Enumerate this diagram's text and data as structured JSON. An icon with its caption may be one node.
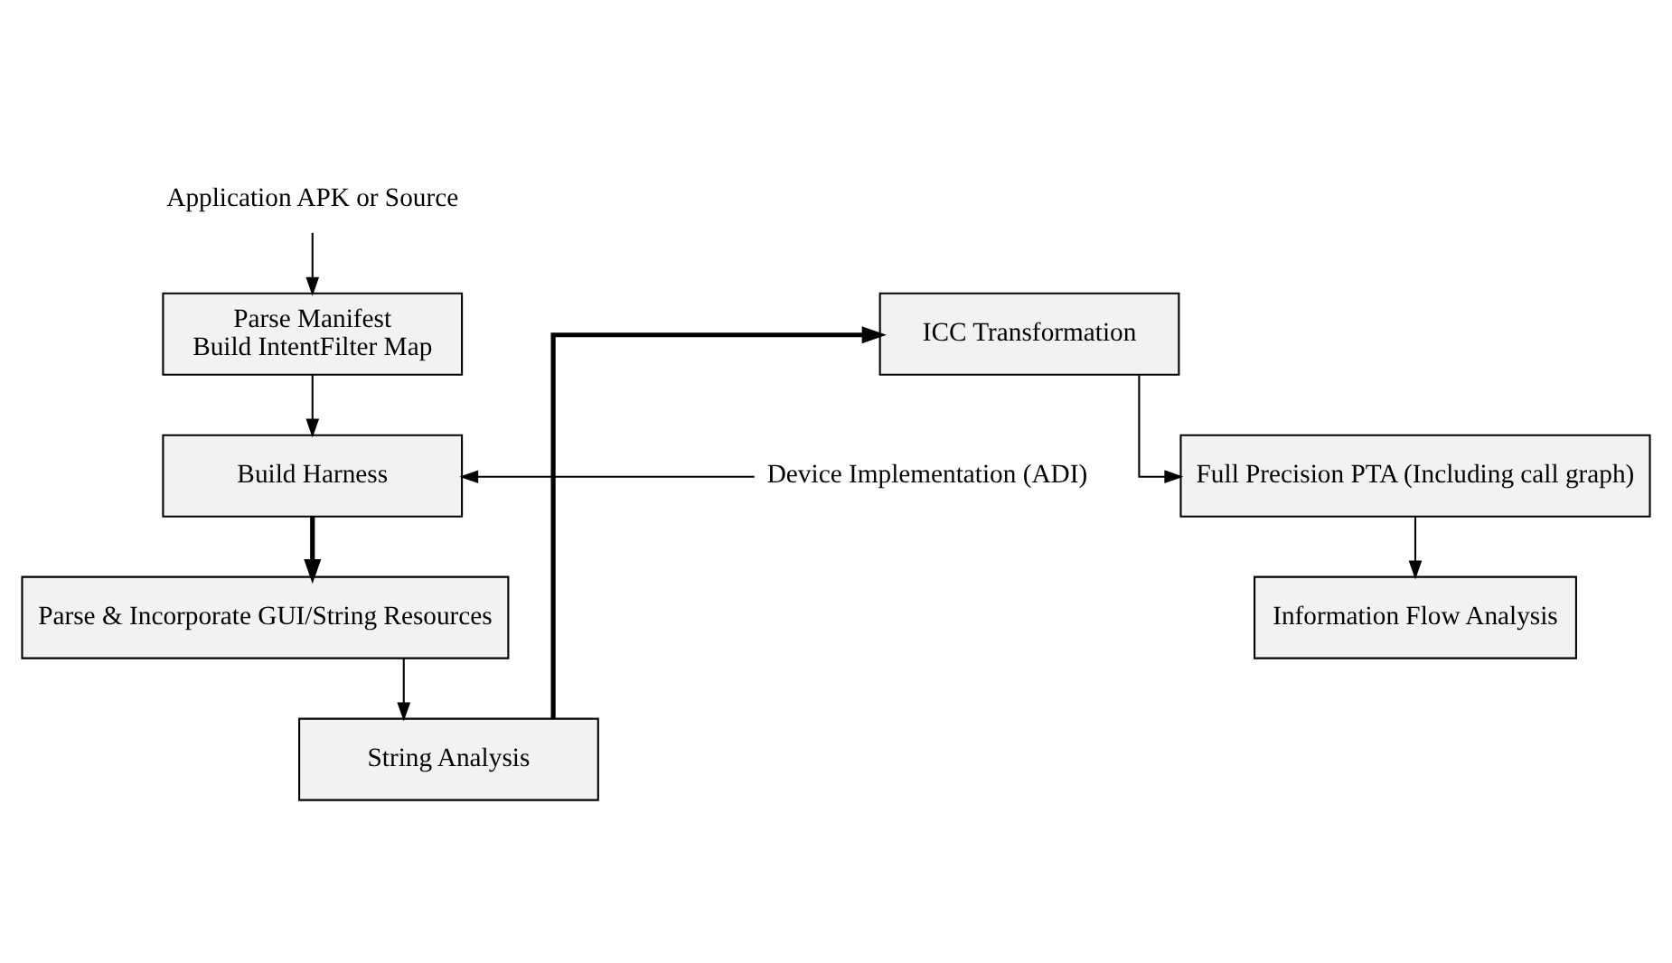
{
  "diagram": {
    "nodes": [
      {
        "text": [
          "Application APK or Source"
        ]
      },
      {
        "text": [
          "Parse Manifest",
          "Build IntentFilter Map"
        ]
      },
      {
        "text": [
          "Device Implementation (ADI)"
        ]
      },
      {
        "text": [
          "Build Harness"
        ]
      },
      {
        "text": [
          "Parse & Incorporate GUI/String Resources"
        ]
      },
      {
        "text": [
          "String Analysis"
        ]
      },
      {
        "text": [
          "ICC Transformation"
        ]
      },
      {
        "text": [
          "Full Precision PTA (Including call graph)"
        ]
      },
      {
        "text": [
          "Information Flow Analysis"
        ]
      }
    ],
    "edges": [
      {
        "from": 0,
        "to": 1,
        "arrow": "to"
      },
      {
        "from": 1,
        "to": 3,
        "arrow": "to"
      },
      {
        "from": 2,
        "to": 3,
        "arrow": "to"
      },
      {
        "from": 3,
        "to": 4,
        "arrow": "to",
        "style": "thick"
      },
      {
        "from": 4,
        "to": 5,
        "arrow": "to"
      },
      {
        "from": 5,
        "to": 6,
        "arrow": "to",
        "style": "thick"
      },
      {
        "from": 6,
        "to": 7,
        "arrow": "to"
      },
      {
        "from": 7,
        "to": 8,
        "arrow": "to"
      }
    ]
  }
}
